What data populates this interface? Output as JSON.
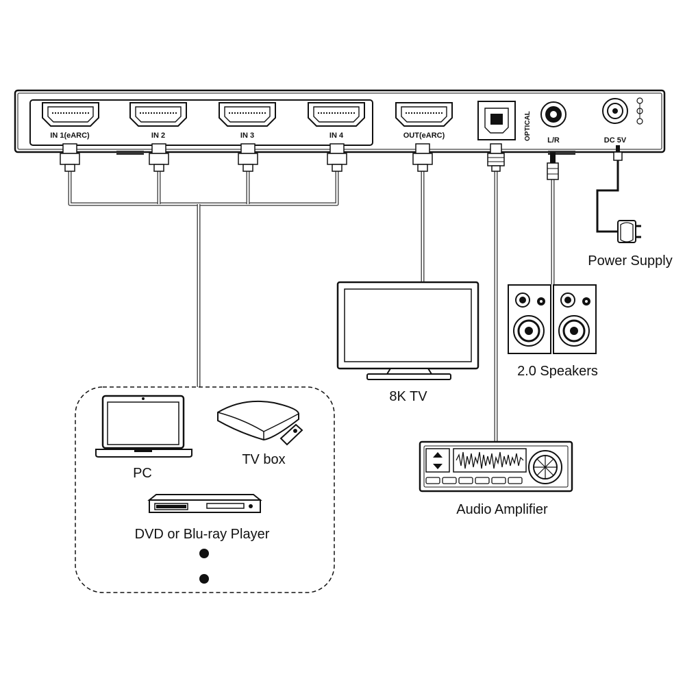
{
  "device": {
    "ports": {
      "in1": "IN 1(eARC)",
      "in2": "IN 2",
      "in3": "IN 3",
      "in4": "IN 4",
      "out": "OUT(eARC)",
      "optical": "OPTICAL",
      "lr": "L/R",
      "dc": "DC 5V"
    }
  },
  "devices": {
    "power_supply": "Power Supply",
    "speakers": "2.0 Speakers",
    "tv": "8K TV",
    "amplifier": "Audio Amplifier",
    "pc": "PC",
    "tv_box": "TV box",
    "dvd": "DVD or Blu-ray Player"
  }
}
